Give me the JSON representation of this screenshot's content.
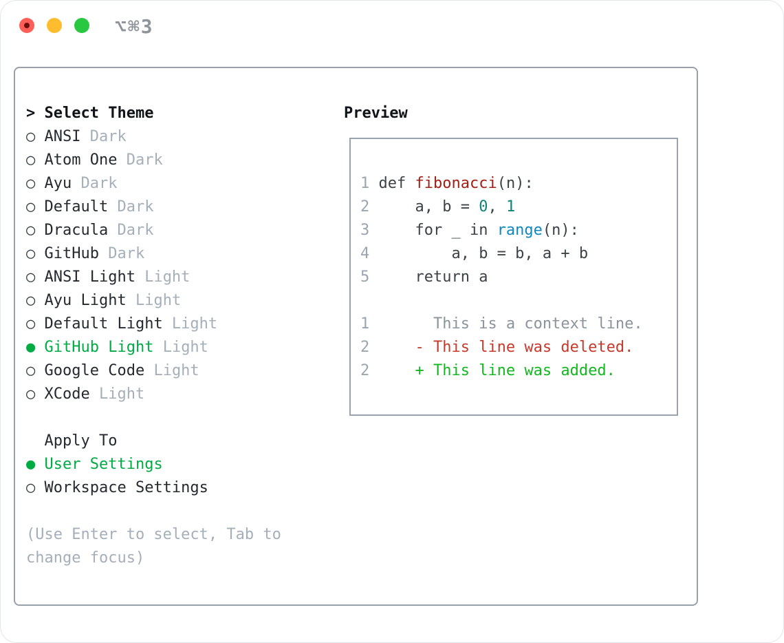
{
  "window": {
    "shortcut_label": "⌥⌘3"
  },
  "markers": {
    "header_prompt": ">",
    "selected": "●",
    "unselected": "○"
  },
  "theme_list": {
    "header": "Select Theme",
    "items": [
      {
        "name": "ANSI",
        "variant": "Dark",
        "selected": false
      },
      {
        "name": "Atom One",
        "variant": "Dark",
        "selected": false
      },
      {
        "name": "Ayu",
        "variant": "Dark",
        "selected": false
      },
      {
        "name": "Default",
        "variant": "Dark",
        "selected": false
      },
      {
        "name": "Dracula",
        "variant": "Dark",
        "selected": false
      },
      {
        "name": "GitHub",
        "variant": "Dark",
        "selected": false
      },
      {
        "name": "ANSI Light",
        "variant": "Light",
        "selected": false
      },
      {
        "name": "Ayu Light",
        "variant": "Light",
        "selected": false
      },
      {
        "name": "Default Light",
        "variant": "Light",
        "selected": false
      },
      {
        "name": "GitHub Light",
        "variant": "Light",
        "selected": true
      },
      {
        "name": "Google Code",
        "variant": "Light",
        "selected": false
      },
      {
        "name": "XCode",
        "variant": "Light",
        "selected": false
      }
    ]
  },
  "apply_to": {
    "header": "Apply To",
    "options": [
      {
        "label": "User Settings",
        "selected": true
      },
      {
        "label": "Workspace Settings",
        "selected": false
      }
    ]
  },
  "hint": "(Use Enter to select, Tab to change focus)",
  "preview": {
    "title": "Preview",
    "lines": [
      {
        "num": "1",
        "tokens": [
          {
            "t": "def ",
            "c": "code"
          },
          {
            "t": "fibonacci",
            "c": "func"
          },
          {
            "t": "(n):",
            "c": "code"
          }
        ]
      },
      {
        "num": "2",
        "tokens": [
          {
            "t": "    a, b = ",
            "c": "code"
          },
          {
            "t": "0",
            "c": "num"
          },
          {
            "t": ", ",
            "c": "code"
          },
          {
            "t": "1",
            "c": "num"
          }
        ]
      },
      {
        "num": "3",
        "tokens": [
          {
            "t": "    for _ in ",
            "c": "code"
          },
          {
            "t": "range",
            "c": "builtin"
          },
          {
            "t": "(n):",
            "c": "code"
          }
        ]
      },
      {
        "num": "4",
        "tokens": [
          {
            "t": "        a, b = b, a + b",
            "c": "code"
          }
        ]
      },
      {
        "num": "5",
        "tokens": [
          {
            "t": "    return a",
            "c": "code"
          }
        ]
      },
      {
        "num": "",
        "tokens": []
      },
      {
        "num": "1",
        "tokens": [
          {
            "t": "      This is a context line.",
            "c": "context"
          }
        ]
      },
      {
        "num": "2",
        "tokens": [
          {
            "t": "    - This line was deleted.",
            "c": "deleted"
          }
        ]
      },
      {
        "num": "2",
        "tokens": [
          {
            "t": "    + This line was added.",
            "c": "added"
          }
        ]
      }
    ]
  },
  "colors": {
    "selection_green": "#00ab44",
    "diff_added_green": "#13b81f",
    "diff_deleted_red": "#c7392b",
    "function_red": "#a31e15",
    "number_teal": "#0d8276",
    "builtin_blue": "#0f87c0",
    "context_gray": "#8b939b",
    "line_number_gray": "#9aa5b1",
    "muted_gray": "#a5afb9",
    "text_dark": "#24292f",
    "panel_border_gray": "#98a1aa",
    "traffic_red": "#ff5f57",
    "traffic_yellow": "#febc2e",
    "traffic_green": "#28c840"
  }
}
